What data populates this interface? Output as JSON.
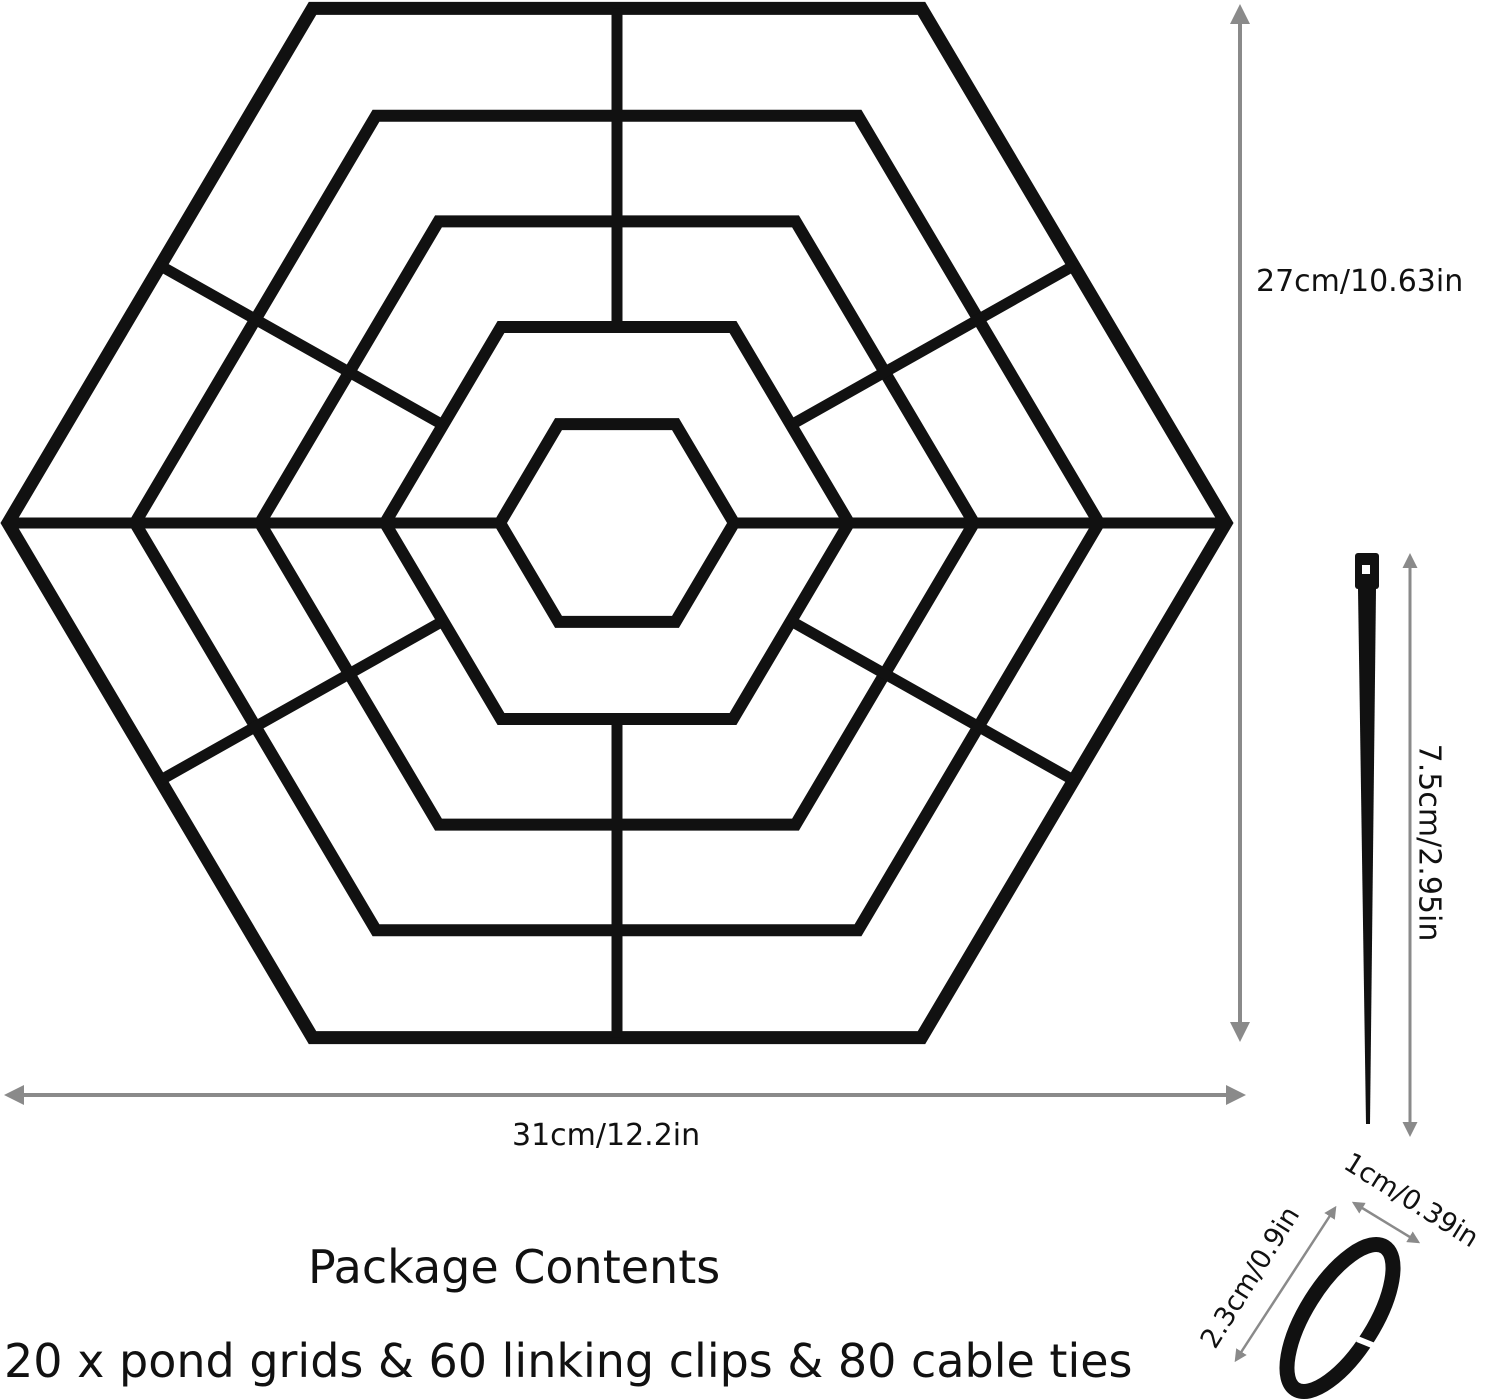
{
  "dimensions": {
    "height": "27cm/10.63in",
    "width": "31cm/12.2in",
    "cable_tie_length": "7.5cm/2.95in",
    "clip_width": "1cm/0.39in",
    "clip_length": "2.3cm/0.9in"
  },
  "package": {
    "title": "Package Contents",
    "contents": "20 x pond grids & 60 linking clips & 80 cable ties"
  },
  "colors": {
    "grid": "#111111",
    "arrow": "#8a8a8a"
  }
}
